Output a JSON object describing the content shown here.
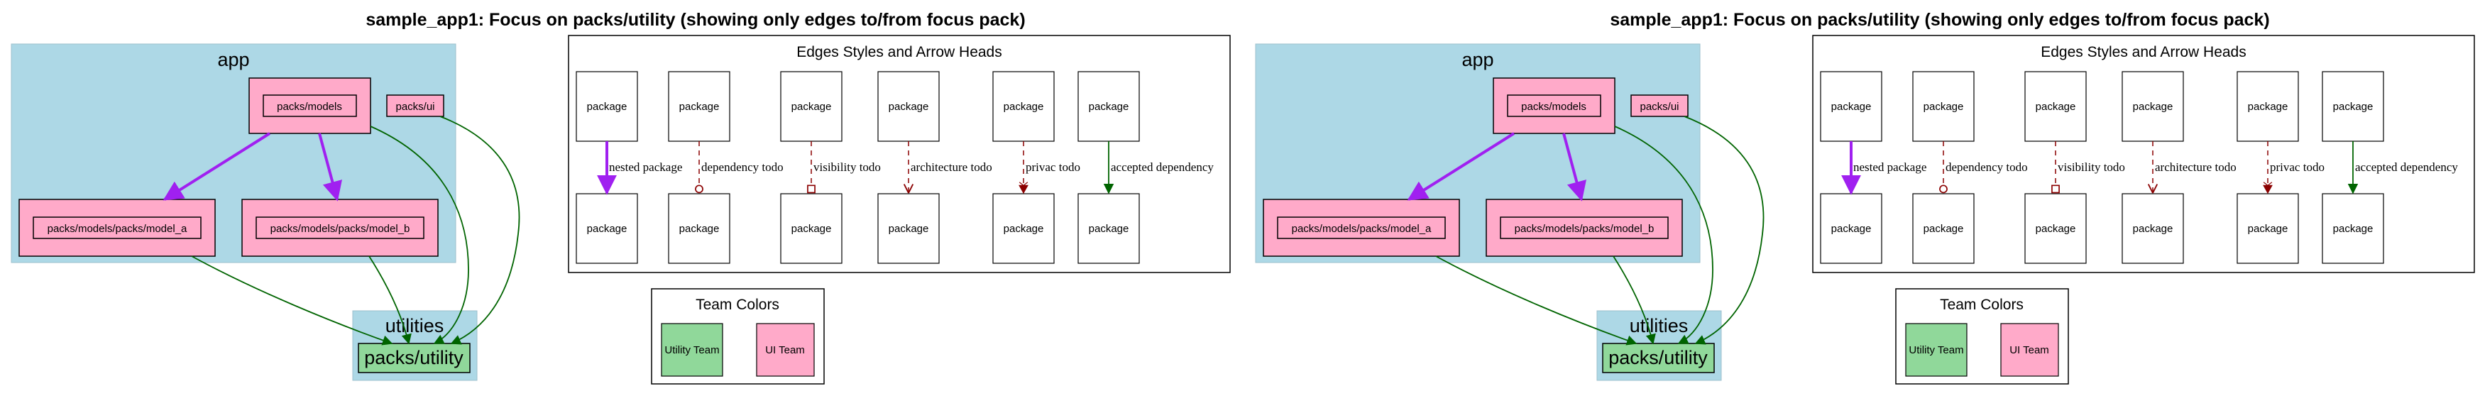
{
  "colors": {
    "cluster_fill": "#add8e6",
    "ui_team": "#ffaac9",
    "utility_team": "#90d89a",
    "dependency_edge": "#006400",
    "nested_edge": "#a020f0",
    "todo_edge": "#8b0000"
  },
  "diagrams": [
    {
      "title": "sample_app1: Focus on packs/utility (showing only edges to/from focus pack)",
      "app_cluster": {
        "label": "app",
        "packs_models": "packs/models",
        "packs_ui": "packs/ui",
        "model_a": "packs/models/packs/model_a",
        "model_b": "packs/models/packs/model_b"
      },
      "utilities_cluster": {
        "label": "utilities",
        "packs_utility": "packs/utility"
      },
      "legend": {
        "title": "Edges Styles and Arrow Heads",
        "node_label": "package",
        "edges": [
          "nested package",
          "dependency todo",
          "visibility todo",
          "architecture todo",
          "privac todo",
          "accepted dependency"
        ]
      },
      "team_colors": {
        "title": "Team Colors",
        "utility_team": "Utility Team",
        "ui_team": "UI Team"
      }
    },
    {
      "title": "sample_app1: Focus on packs/utility (showing only edges to/from focus pack)",
      "app_cluster": {
        "label": "app",
        "packs_models": "packs/models",
        "packs_ui": "packs/ui",
        "model_a": "packs/models/packs/model_a",
        "model_b": "packs/models/packs/model_b"
      },
      "utilities_cluster": {
        "label": "utilities",
        "packs_utility": "packs/utility"
      },
      "legend": {
        "title": "Edges Styles and Arrow Heads",
        "node_label": "package",
        "edges": [
          "nested package",
          "dependency todo",
          "visibility todo",
          "architecture todo",
          "privac todo",
          "accepted dependency"
        ]
      },
      "team_colors": {
        "title": "Team Colors",
        "utility_team": "Utility Team",
        "ui_team": "UI Team"
      }
    }
  ]
}
